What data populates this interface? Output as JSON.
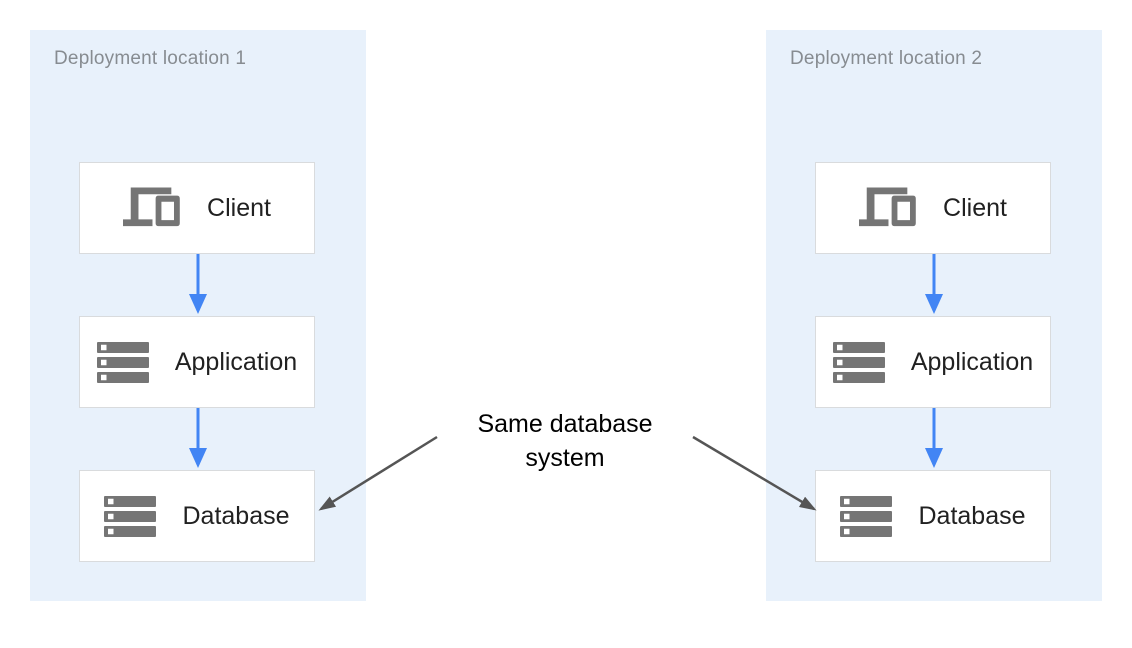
{
  "diagram": {
    "panels": [
      {
        "label": "Deployment location 1",
        "nodes": [
          {
            "label": "Client",
            "icon": "devices-icon"
          },
          {
            "label": "Application",
            "icon": "server-stack-icon"
          },
          {
            "label": "Database",
            "icon": "server-stack-icon"
          }
        ],
        "edges": [
          "Client → Application",
          "Application → Database"
        ]
      },
      {
        "label": "Deployment location 2",
        "nodes": [
          {
            "label": "Client",
            "icon": "devices-icon"
          },
          {
            "label": "Application",
            "icon": "server-stack-icon"
          },
          {
            "label": "Database",
            "icon": "server-stack-icon"
          }
        ],
        "edges": [
          "Client → Application",
          "Application → Database"
        ]
      }
    ],
    "annotation": {
      "text": "Same database system",
      "points_to": [
        "Database (Deployment location 1)",
        "Database (Deployment location 2)"
      ]
    },
    "colors": {
      "panel_background": "#E8F1FB",
      "flow_arrow_blue": "#4285F4",
      "annotation_arrow_gray": "#555555",
      "box_border": "#D9DBDD",
      "box_background": "#FFFFFF",
      "icon_gray": "#757575",
      "panel_label_gray": "#878C91",
      "node_label_dark": "#212121",
      "annotation_text": "#000000"
    }
  }
}
